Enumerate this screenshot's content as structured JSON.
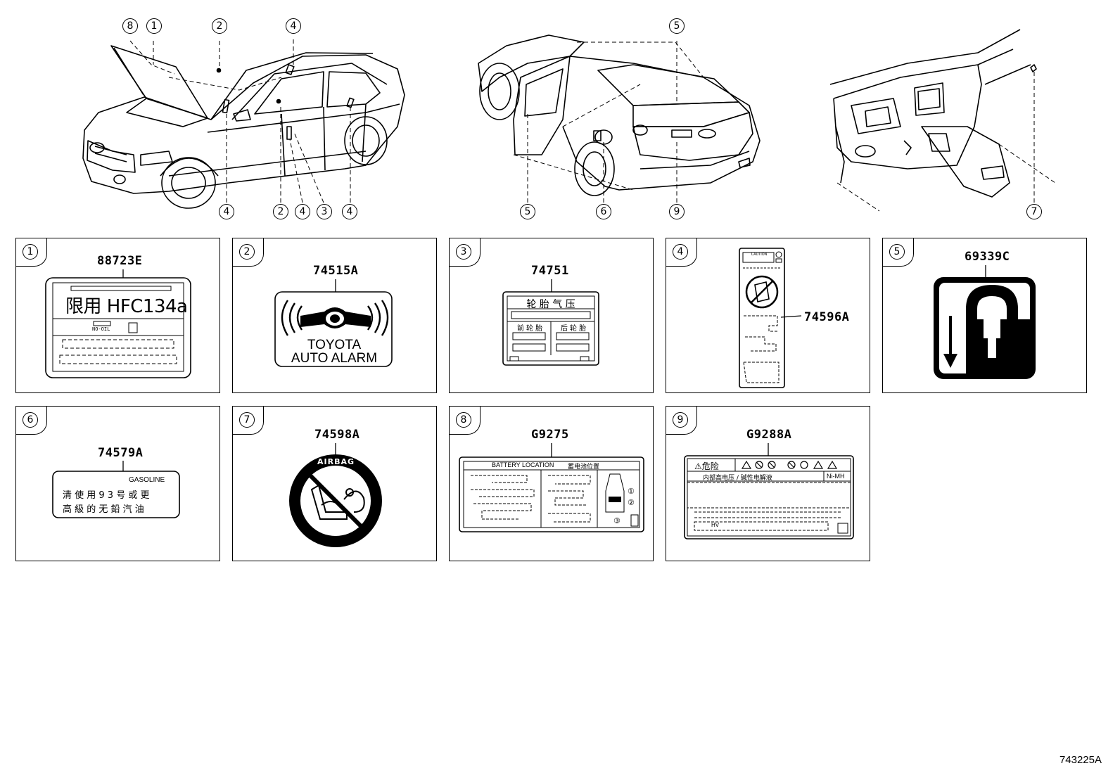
{
  "callouts": {
    "car1_top": [
      "8",
      "1",
      "2",
      "4"
    ],
    "car1_bottom": [
      "4",
      "2",
      "4",
      "3",
      "4"
    ],
    "car2_top": [
      "5"
    ],
    "car2_bottom": [
      "5",
      "6",
      "9"
    ],
    "car3_bottom": [
      "7"
    ]
  },
  "panels": [
    {
      "num": "1",
      "part": "88723E",
      "label": {
        "big": "限用 HFC134a",
        "small": "NO-OIL"
      }
    },
    {
      "num": "2",
      "part": "74515A",
      "label": {
        "line1": "TOYOTA",
        "line2": "AUTO ALARM"
      }
    },
    {
      "num": "3",
      "part": "74751",
      "label": {
        "title": "轮 胎 气 压",
        "left": "前 轮 胎",
        "right": "后 轮 胎"
      }
    },
    {
      "num": "4",
      "part": "74596A",
      "label": {
        "top": "CAUTION"
      }
    },
    {
      "num": "5",
      "part": "69339C"
    },
    {
      "num": "6",
      "part": "74579A",
      "label": {
        "head": "GASOLINE",
        "line1": "清 使 用 9 3 号 或 更",
        "line2": "高 級 的 无 鉛 汽 油"
      }
    },
    {
      "num": "7",
      "part": "74598A",
      "label": {
        "ring": "AIRBAG"
      }
    },
    {
      "num": "8",
      "part": "G9275",
      "label": {
        "title": "BATTERY LOCATION",
        "title_cn": "蓄电池位置",
        "n1": "①",
        "n2": "②",
        "n3": "③"
      }
    },
    {
      "num": "9",
      "part": "G9288A",
      "label": {
        "warn": "⚠危险",
        "sub": "内部高电压 / 碱性电解液",
        "tag": "Ni-MH",
        "hv": "HV"
      }
    }
  ],
  "ref_code": "743225A"
}
